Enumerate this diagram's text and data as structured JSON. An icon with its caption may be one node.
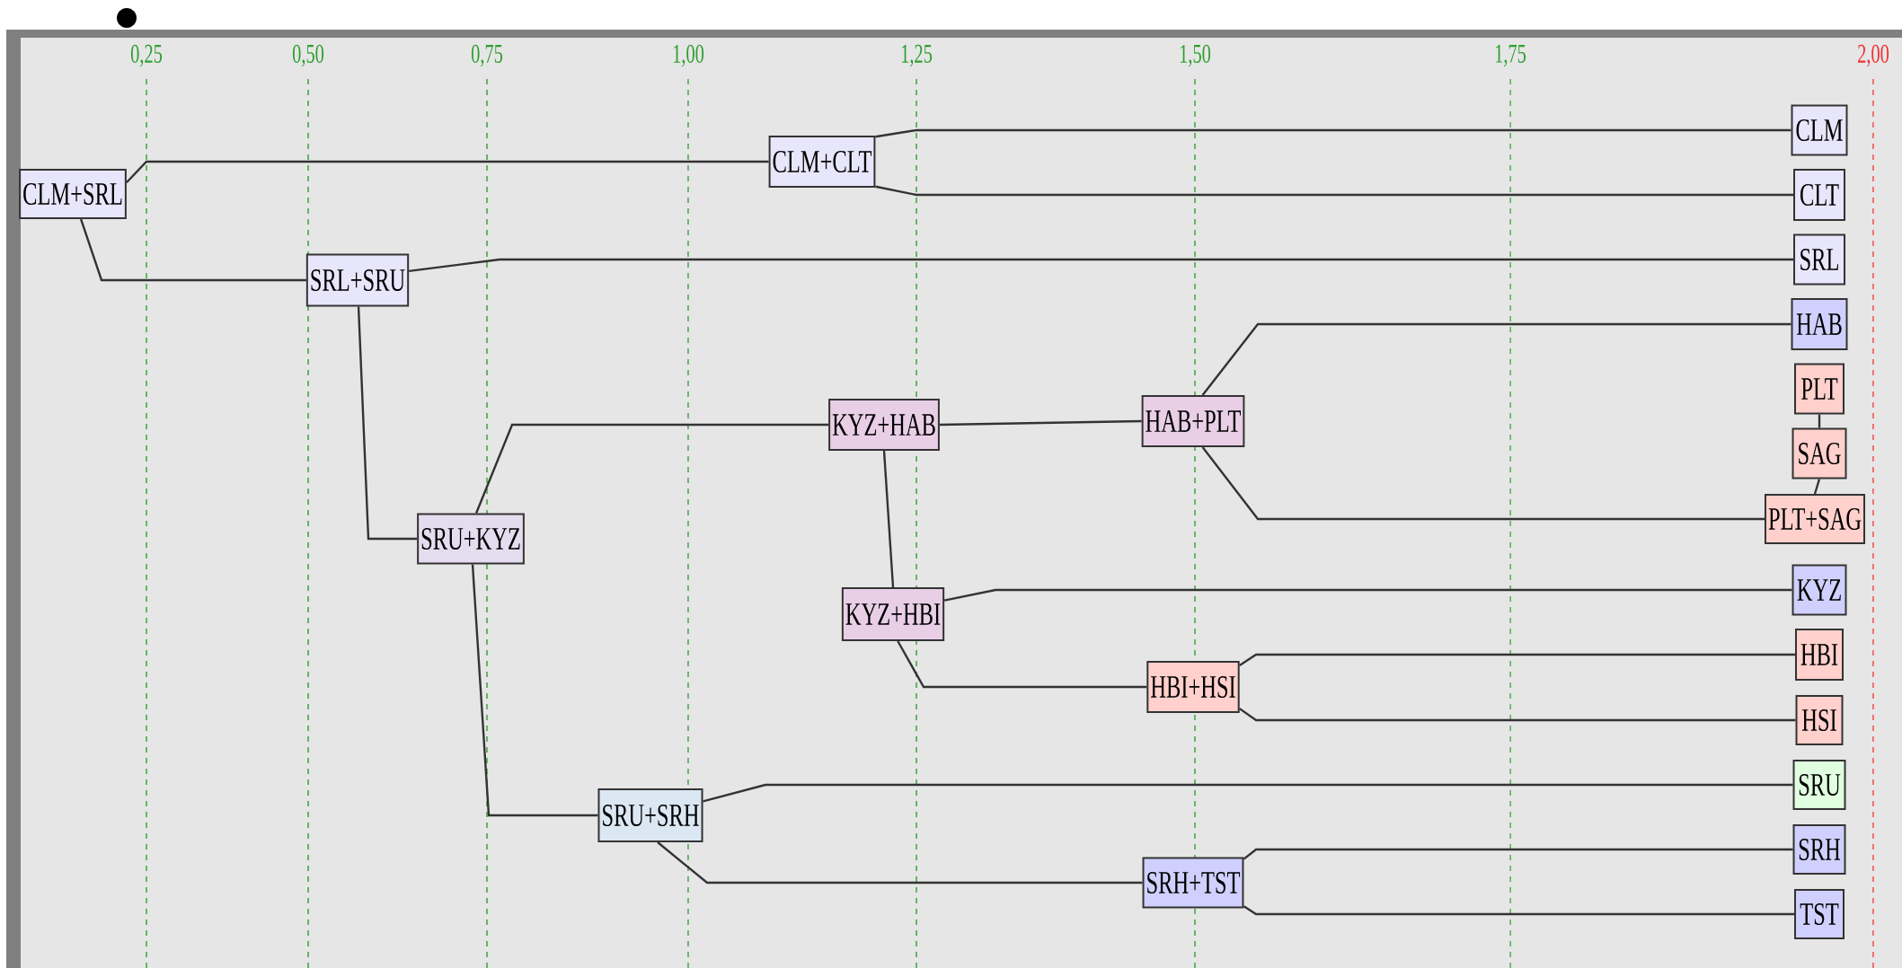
{
  "diagram": {
    "nodes": [
      {
        "text": [
          "CLM+SRL"
        ]
      },
      {
        "text": [
          "CLM+CLT"
        ]
      },
      {
        "text": [
          "SRL+SRU"
        ]
      },
      {
        "text": [
          "SRU+KYZ"
        ]
      },
      {
        "text": [
          "KYZ+HAB"
        ]
      },
      {
        "text": [
          "HAB+PLT"
        ]
      },
      {
        "text": [
          "KYZ+HBI"
        ]
      },
      {
        "text": [
          "HBI+HSI"
        ]
      },
      {
        "text": [
          "SRU+SRH"
        ]
      },
      {
        "text": [
          "SRH+TST"
        ]
      },
      {
        "text": [
          "CLM"
        ]
      },
      {
        "text": [
          "CLT"
        ]
      },
      {
        "text": [
          "SRL"
        ]
      },
      {
        "text": [
          "HAB"
        ]
      },
      {
        "text": [
          "PLT"
        ]
      },
      {
        "text": [
          "SAG"
        ]
      },
      {
        "text": [
          "PLT+SAG"
        ]
      },
      {
        "text": [
          "KYZ"
        ]
      },
      {
        "text": [
          "HBI"
        ]
      },
      {
        "text": [
          "HSI"
        ]
      },
      {
        "text": [
          "SRU"
        ]
      },
      {
        "text": [
          "SRH"
        ]
      },
      {
        "text": [
          "TST"
        ]
      }
    ],
    "edges": [
      {
        "from": 0,
        "to": 1,
        "arrow": "none"
      },
      {
        "from": 0,
        "to": 2,
        "arrow": "none"
      },
      {
        "from": 1,
        "to": 10,
        "arrow": "none"
      },
      {
        "from": 1,
        "to": 11,
        "arrow": "none"
      },
      {
        "from": 2,
        "to": 12,
        "arrow": "none"
      },
      {
        "from": 2,
        "to": 3,
        "arrow": "none"
      },
      {
        "from": 3,
        "to": 4,
        "arrow": "none"
      },
      {
        "from": 3,
        "to": 8,
        "arrow": "none"
      },
      {
        "from": 4,
        "to": 5,
        "arrow": "none"
      },
      {
        "from": 4,
        "to": 6,
        "arrow": "none"
      },
      {
        "from": 5,
        "to": 13,
        "arrow": "none"
      },
      {
        "from": 5,
        "to": 16,
        "arrow": "none"
      },
      {
        "from": 14,
        "to": 15,
        "arrow": "none"
      },
      {
        "from": 15,
        "to": 16,
        "arrow": "none"
      },
      {
        "from": 6,
        "to": 17,
        "arrow": "none"
      },
      {
        "from": 6,
        "to": 7,
        "arrow": "none"
      },
      {
        "from": 7,
        "to": 18,
        "arrow": "none"
      },
      {
        "from": 7,
        "to": 19,
        "arrow": "none"
      },
      {
        "from": 8,
        "to": 20,
        "arrow": "none"
      },
      {
        "from": 8,
        "to": 9,
        "arrow": "none"
      },
      {
        "from": 9,
        "to": 21,
        "arrow": "none"
      },
      {
        "from": 9,
        "to": 22,
        "arrow": "none"
      }
    ],
    "labels": [
      "0,25",
      "0,50",
      "0,75",
      "1,00",
      "1,25",
      "1,50",
      "1,75",
      "2,00"
    ]
  }
}
